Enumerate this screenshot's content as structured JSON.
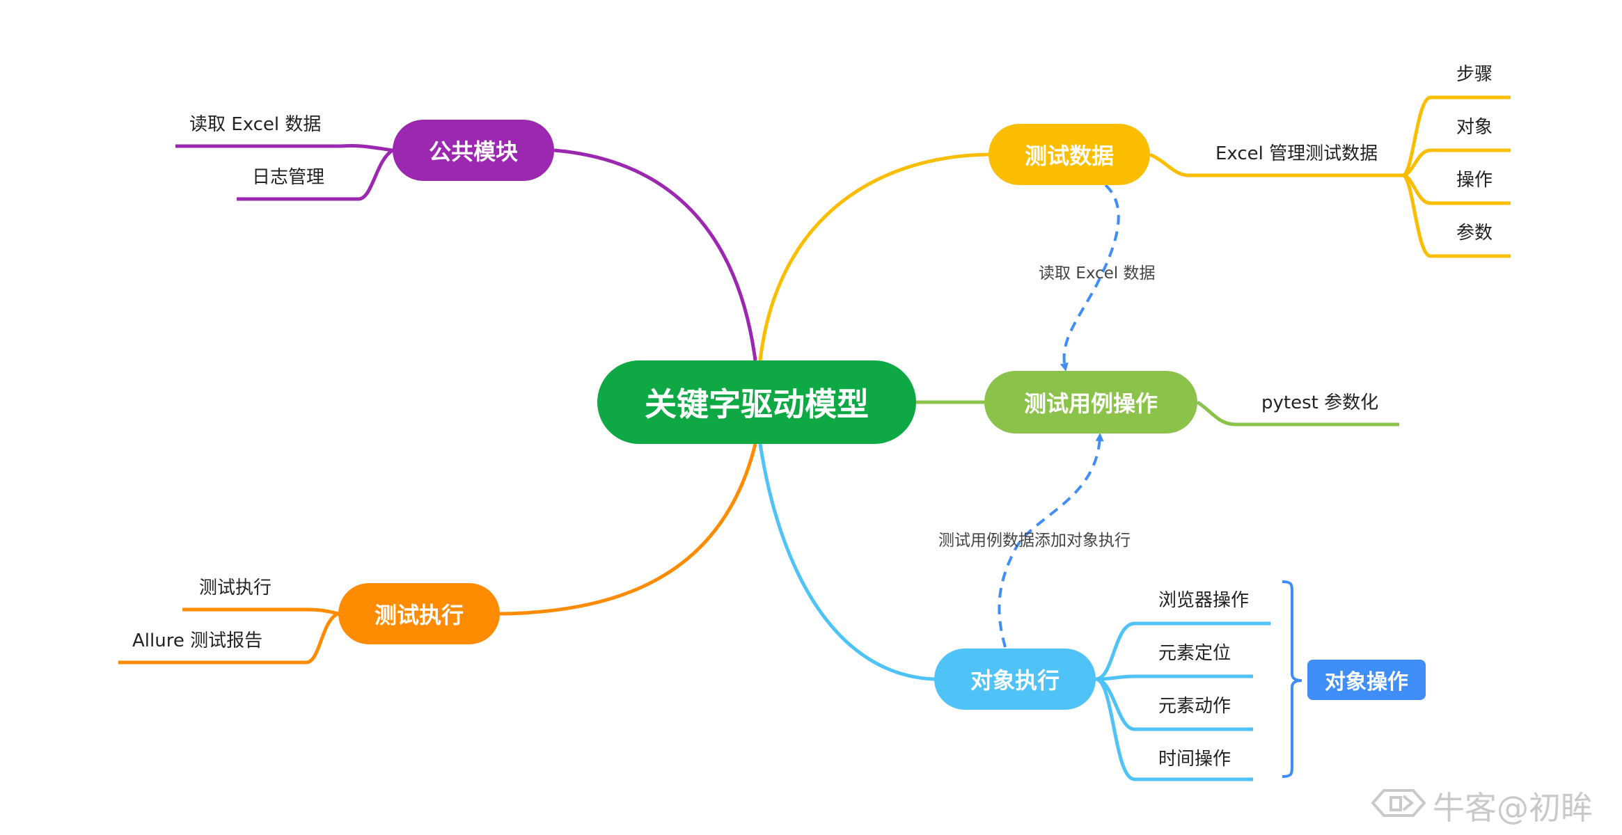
{
  "central": {
    "label": "关键字驱动模型"
  },
  "branches": {
    "public": {
      "label": "公共模块",
      "children": [
        "读取 Excel 数据",
        "日志管理"
      ]
    },
    "test_data": {
      "label": "测试数据",
      "child": "Excel 管理测试数据",
      "grandchildren": [
        "步骤",
        "对象",
        "操作",
        "参数"
      ]
    },
    "test_case": {
      "label": "测试用例操作",
      "child": "pytest 参数化"
    },
    "test_exec": {
      "label": "测试执行",
      "children": [
        "测试执行",
        "Allure 测试报告"
      ]
    },
    "object_exec": {
      "label": "对象执行",
      "children": [
        "浏览器操作",
        "元素定位",
        "元素动作",
        "时间操作"
      ],
      "summary": "对象操作"
    }
  },
  "relations": [
    {
      "label": "读取 Excel 数据",
      "from": "测试数据",
      "to": "测试用例操作"
    },
    {
      "label": "测试用例数据添加对象执行",
      "from": "对象执行",
      "to": "测试用例操作"
    }
  ],
  "colors": {
    "central": "#0ea844",
    "public": "#9c27b0",
    "test_data": "#fbbd00",
    "test_case": "#8bc34a",
    "test_exec": "#ff8c00",
    "object_exec": "#4fc3f7",
    "relation": "#3f8ef7",
    "summary": "#3f8ef7"
  },
  "watermark": {
    "text": "牛客@初眸",
    "icon": "nowcoder-logo-icon"
  }
}
